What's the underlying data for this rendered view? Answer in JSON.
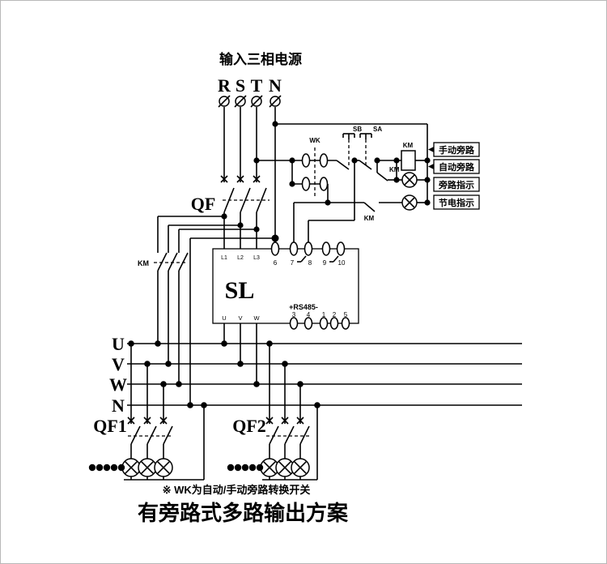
{
  "header": {
    "title": "输入三相电源"
  },
  "input": {
    "phases": [
      "R",
      "S",
      "T",
      "N"
    ]
  },
  "qf": {
    "label": "QF"
  },
  "sl": {
    "name": "SL",
    "top_labels": [
      "L1",
      "L2",
      "L3"
    ],
    "top_numbers": [
      "6",
      "7",
      "8",
      "9",
      "10"
    ],
    "bottom_labels": [
      "U",
      "V",
      "W"
    ],
    "rs485": "+RS485-",
    "bottom_numbers": [
      "3",
      "4",
      "1",
      "2",
      "5"
    ]
  },
  "control": {
    "wk": "WK",
    "sb": "SB",
    "sa": "SA",
    "km": "KM"
  },
  "indicators": {
    "items": [
      "手动旁路",
      "自动旁路",
      "旁路指示",
      "节电指示"
    ]
  },
  "buses": {
    "labels": [
      "U",
      "V",
      "W",
      "N"
    ]
  },
  "outputs": {
    "qf1": "QF1",
    "qf2": "QF2"
  },
  "footer": {
    "note": "※ WK为自动/手动旁路转换开关",
    "title": "有旁路式多路输出方案"
  }
}
